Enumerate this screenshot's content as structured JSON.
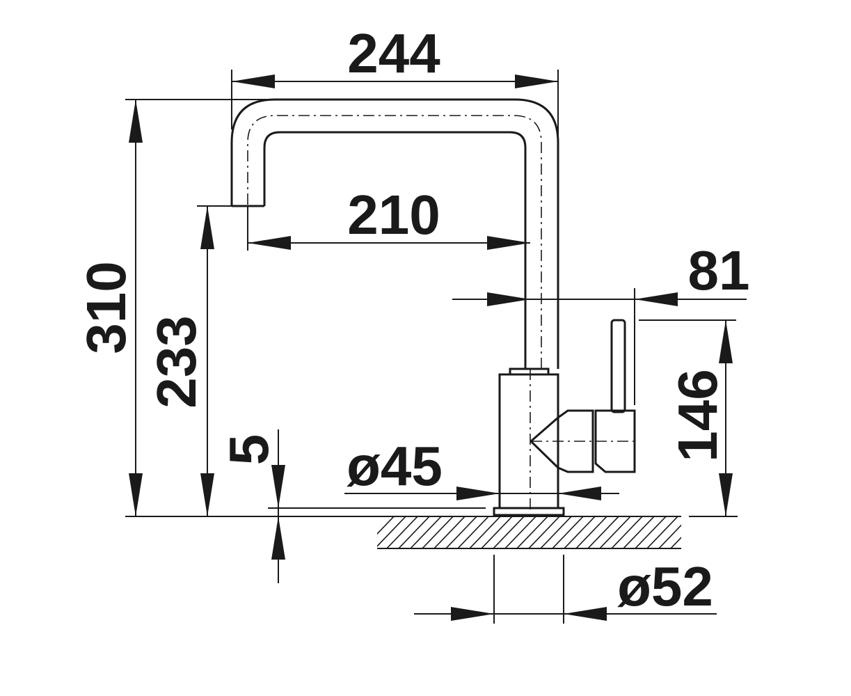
{
  "dimensions": {
    "overall_width": "244",
    "spout_reach": "210",
    "lever_offset": "81",
    "overall_height": "310",
    "spout_height": "233",
    "base_step": "5",
    "lever_height": "146",
    "body_diameter": "ø45",
    "hole_diameter": "ø52"
  },
  "colors": {
    "line": "#1a1a1a",
    "background": "#ffffff"
  }
}
